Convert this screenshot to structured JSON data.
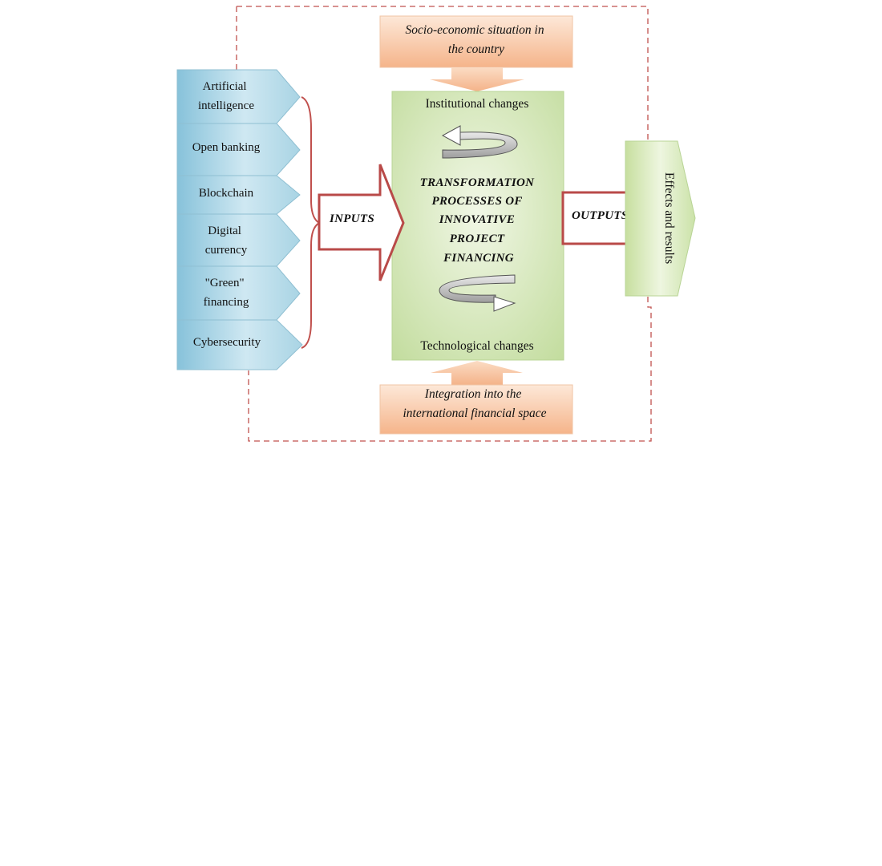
{
  "inputs_list": [
    {
      "lines": [
        "Artificial",
        "intelligence"
      ]
    },
    {
      "lines": [
        "Open banking"
      ]
    },
    {
      "lines": [
        "Blockchain"
      ]
    },
    {
      "lines": [
        "Digital",
        "currency"
      ]
    },
    {
      "lines": [
        "\"Green\"",
        "financing"
      ]
    },
    {
      "lines": [
        "Cybersecurity"
      ]
    }
  ],
  "top_factor": {
    "lines": [
      "Socio-economic situation in",
      "the country"
    ]
  },
  "bottom_factor": {
    "lines": [
      "Integration into the",
      "international financial space"
    ]
  },
  "center": {
    "top_label": "Institutional changes",
    "bottom_label": "Technological changes",
    "title_lines": [
      "TRANSFORMATION",
      "PROCESSES OF",
      "INNOVATIVE",
      "PROJECT",
      "FINANCING"
    ]
  },
  "inputs_arrow": {
    "label": "INPUTS"
  },
  "outputs_arrow": {
    "label": "OUTPUTS"
  },
  "result": {
    "label": "Effects and results"
  },
  "colors": {
    "boundary": "#c0504d",
    "input_fill": "#a9d4e4",
    "factor_fill": "#f9c9a6",
    "center_fill": "#d5e6b8",
    "arrow_stroke": "#b94a48"
  }
}
